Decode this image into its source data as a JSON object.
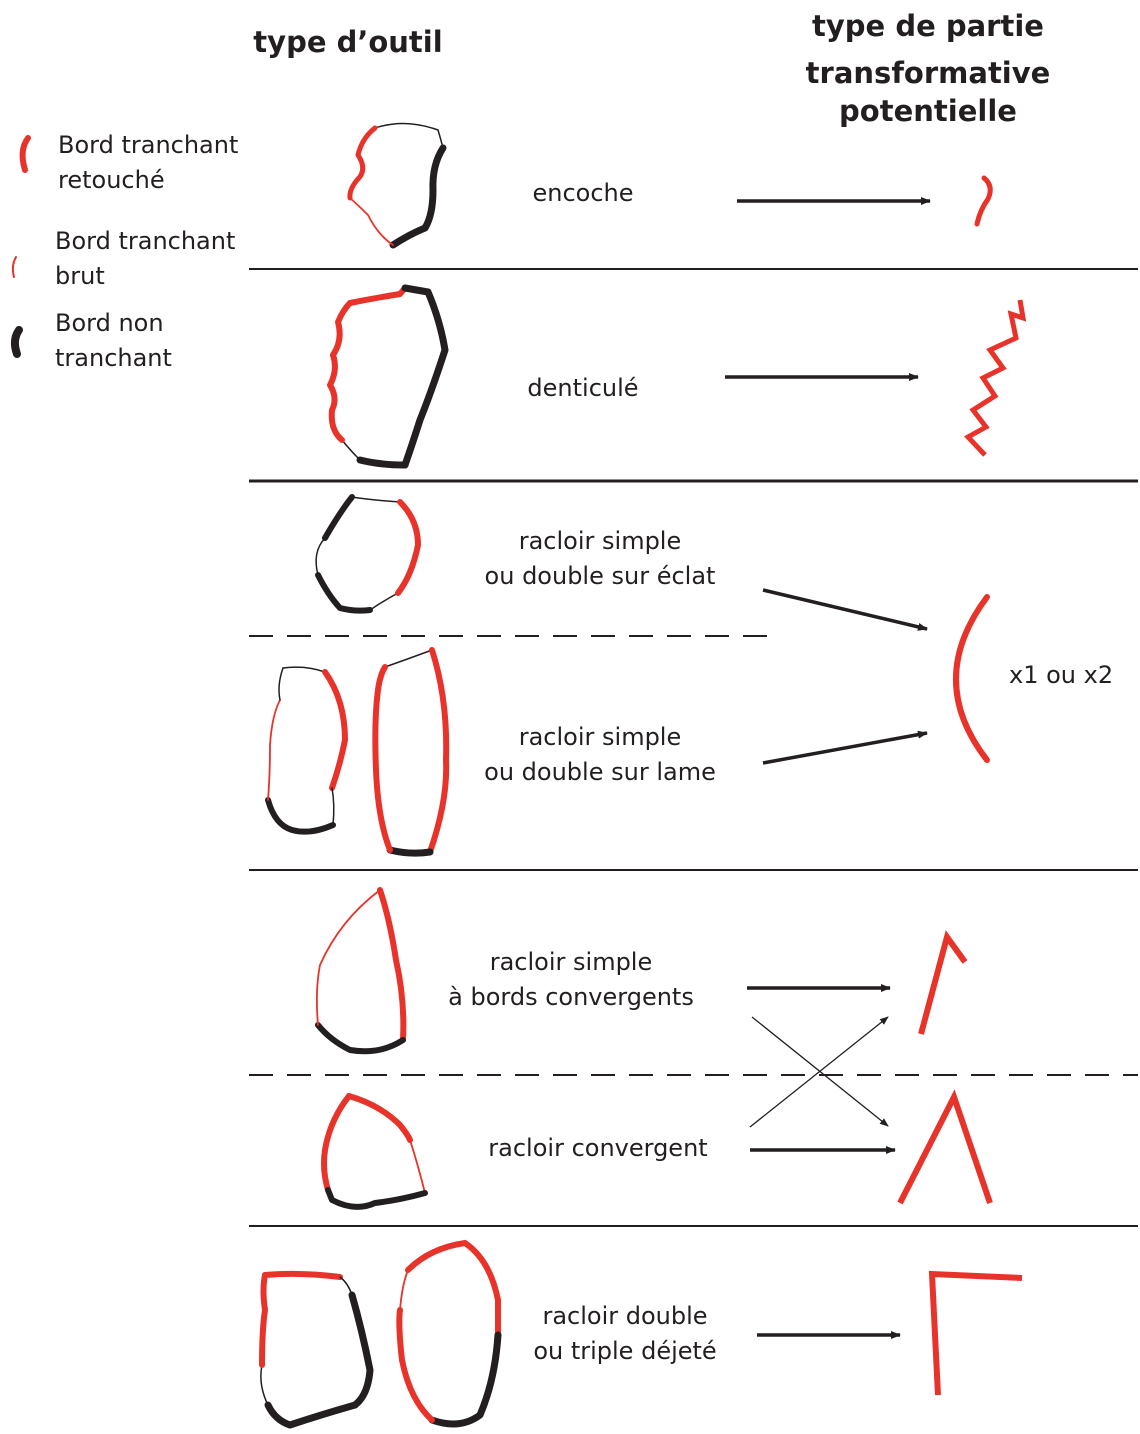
{
  "headers": {
    "tool_type": "type d’outil",
    "transformative_line1": "type de partie",
    "transformative_line2": "transformative potentielle"
  },
  "legend": [
    {
      "line1": "Bord tranchant",
      "line2": "retouché",
      "color": "#e8332a"
    },
    {
      "line1": "Bord tranchant",
      "line2": "brut",
      "color": "#e8332a"
    },
    {
      "line1": "Bord non",
      "line2": "tranchant",
      "color": "#231f20"
    }
  ],
  "rows": [
    {
      "label_lines": [
        "encoche"
      ]
    },
    {
      "label_lines": [
        "denticulé"
      ]
    },
    {
      "label_lines": [
        "racloir simple",
        "ou double sur éclat"
      ]
    },
    {
      "label_lines": [
        "racloir simple",
        "ou double sur lame"
      ]
    },
    {
      "label_lines": [
        "racloir simple",
        "à bords convergents"
      ]
    },
    {
      "label_lines": [
        "racloir convergent"
      ]
    },
    {
      "label_lines": [
        "racloir double",
        "ou triple déjeté"
      ]
    }
  ],
  "multiplier": "x1 ou x2",
  "colors": {
    "red": "#e8332a",
    "black": "#231f20"
  }
}
